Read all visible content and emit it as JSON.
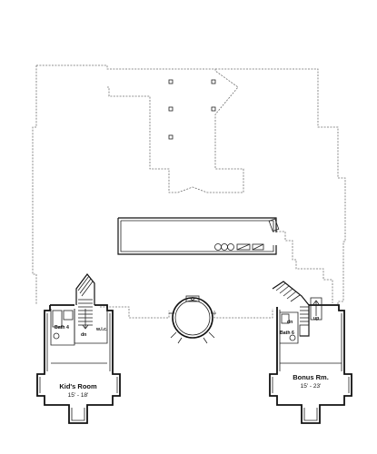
{
  "rooms": [
    {
      "name": "Kid's Room",
      "dimensions": "15' - 18'"
    },
    {
      "name": "Bonus Rm.",
      "dimensions": "15' - 23'"
    }
  ],
  "fixtures": {
    "left_bath": "Bath 4",
    "left_closet": "w.i.c.",
    "left_stair": "dn",
    "right_bath": "Bath 6",
    "right_stair": "up",
    "right_stair_down": "dn"
  },
  "colors": {
    "line": "#111111",
    "roof_outline": "#6e6e6e",
    "background": "#ffffff"
  }
}
